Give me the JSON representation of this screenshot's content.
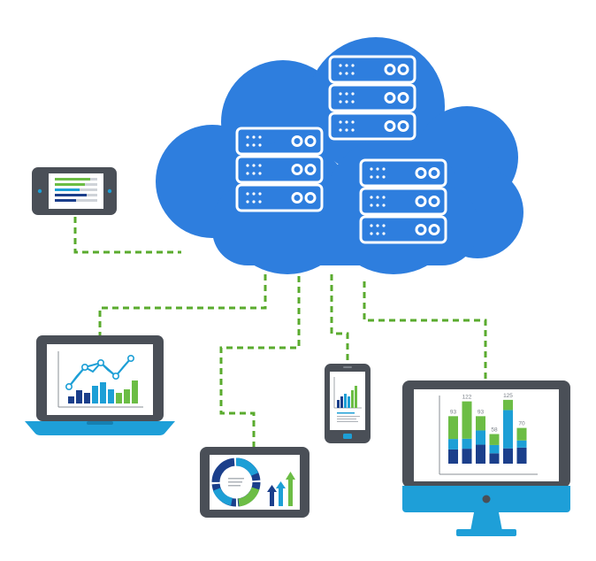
{
  "colors": {
    "cloud": "#2e7ede",
    "server_stroke": "#ffffff",
    "connector": "#5aab2e",
    "device_frame": "#4a4f57",
    "laptop_base": "#1e9fd8",
    "monitor_stand": "#1e9fd8",
    "navy": "#1b3f8b",
    "teal": "#1d9fd6",
    "green": "#6cbd45",
    "screen": "#ffffff"
  },
  "icons": {
    "cloud": "cloud-icon",
    "server": "server-rack-icon",
    "tablet": "tablet-icon",
    "laptop": "laptop-icon",
    "phone": "phone-icon",
    "monitor": "desktop-monitor-icon"
  },
  "monitor_chart": {
    "type": "bar",
    "labels": [
      "93",
      "122",
      "93",
      "58",
      "125",
      "70"
    ],
    "values": [
      93,
      122,
      93,
      58,
      125,
      70
    ]
  }
}
